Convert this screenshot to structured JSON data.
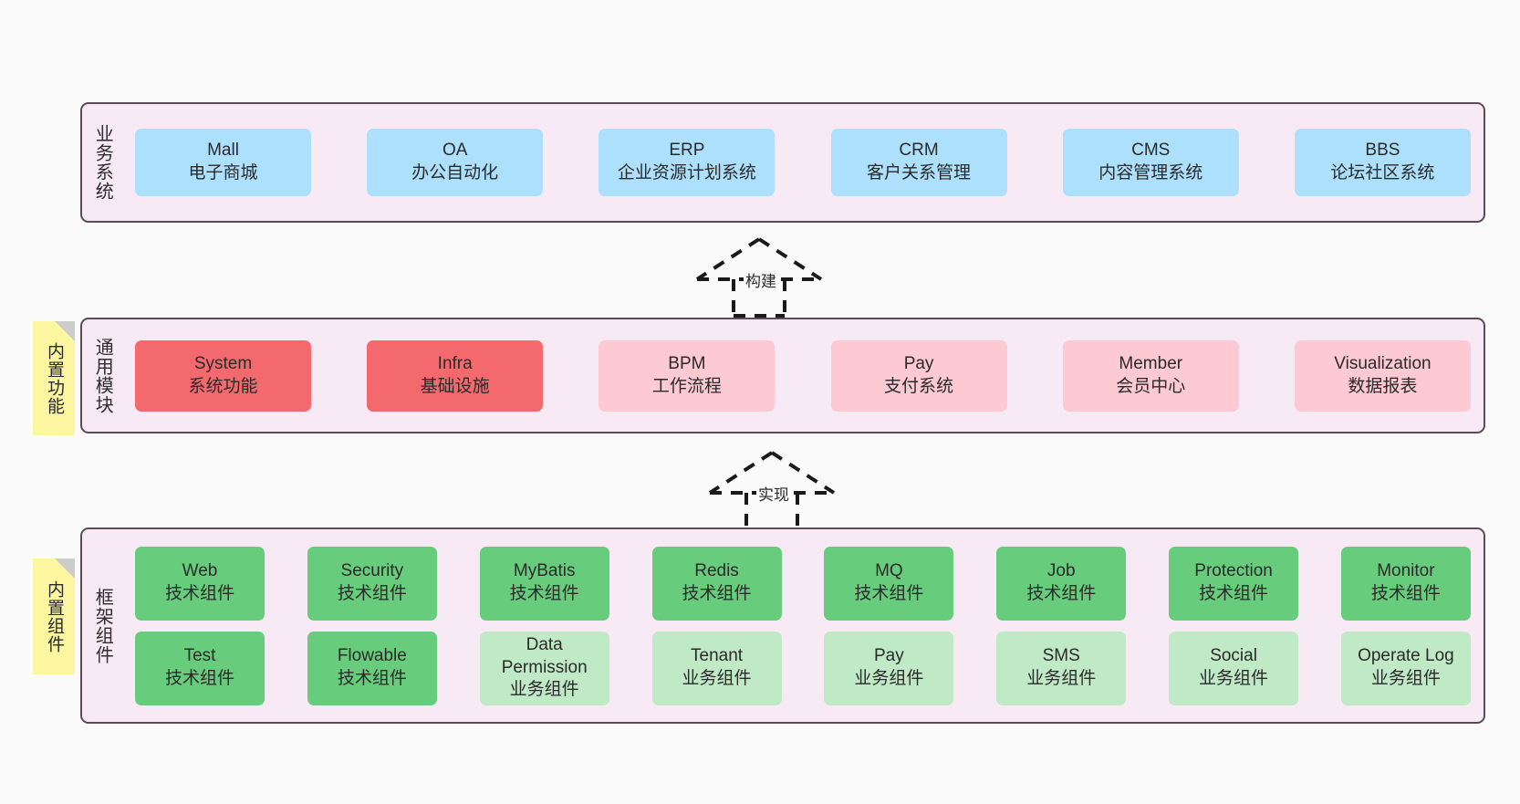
{
  "diagram": {
    "layers": [
      {
        "id": "business",
        "title": "业务系统",
        "rows": [
          {
            "nodes": [
              {
                "en": "Mall",
                "cn": "电子商城",
                "color": "blue"
              },
              {
                "en": "OA",
                "cn": "办公自动化",
                "color": "blue"
              },
              {
                "en": "ERP",
                "cn": "企业资源计划系统",
                "color": "blue"
              },
              {
                "en": "CRM",
                "cn": "客户关系管理",
                "color": "blue"
              },
              {
                "en": "CMS",
                "cn": "内容管理系统",
                "color": "blue"
              },
              {
                "en": "BBS",
                "cn": "论坛社区系统",
                "color": "blue"
              }
            ]
          }
        ]
      },
      {
        "id": "modules",
        "title": "通用模块",
        "sticky": "内置功能",
        "rows": [
          {
            "nodes": [
              {
                "en": "System",
                "cn": "系统功能",
                "color": "red"
              },
              {
                "en": "Infra",
                "cn": "基础设施",
                "color": "red"
              },
              {
                "en": "BPM",
                "cn": "工作流程",
                "color": "pink"
              },
              {
                "en": "Pay",
                "cn": "支付系统",
                "color": "pink"
              },
              {
                "en": "Member",
                "cn": "会员中心",
                "color": "pink"
              },
              {
                "en": "Visualization",
                "cn": "数据报表",
                "color": "pink"
              }
            ]
          }
        ]
      },
      {
        "id": "framework",
        "title": "框架组件",
        "sticky": "内置组件",
        "rows": [
          {
            "nodes": [
              {
                "en": "Web",
                "cn": "技术组件",
                "color": "green"
              },
              {
                "en": "Security",
                "cn": "技术组件",
                "color": "green"
              },
              {
                "en": "MyBatis",
                "cn": "技术组件",
                "color": "green"
              },
              {
                "en": "Redis",
                "cn": "技术组件",
                "color": "green"
              },
              {
                "en": "MQ",
                "cn": "技术组件",
                "color": "green"
              },
              {
                "en": "Job",
                "cn": "技术组件",
                "color": "green"
              },
              {
                "en": "Protection",
                "cn": "技术组件",
                "color": "green"
              },
              {
                "en": "Monitor",
                "cn": "技术组件",
                "color": "green"
              }
            ]
          },
          {
            "nodes": [
              {
                "en": "Test",
                "cn": "技术组件",
                "color": "green"
              },
              {
                "en": "Flowable",
                "cn": "技术组件",
                "color": "green"
              },
              {
                "en": "Data Permission",
                "cn": "业务组件",
                "color": "mint"
              },
              {
                "en": "Tenant",
                "cn": "业务组件",
                "color": "mint"
              },
              {
                "en": "Pay",
                "cn": "业务组件",
                "color": "mint"
              },
              {
                "en": "SMS",
                "cn": "业务组件",
                "color": "mint"
              },
              {
                "en": "Social",
                "cn": "业务组件",
                "color": "mint"
              },
              {
                "en": "Operate Log",
                "cn": "业务组件",
                "color": "mint"
              }
            ]
          }
        ]
      }
    ],
    "connectors": [
      {
        "id": "build",
        "label": "构建"
      },
      {
        "id": "implement",
        "label": "实现"
      }
    ],
    "colors": {
      "panel_background": "#f7eaf4",
      "panel_border": "#5c4a56",
      "blue": "#ade0fd",
      "red": "#f4696e",
      "pink": "#fdc9d2",
      "green": "#68cc7d",
      "mint": "#c0e9c6",
      "sticky_yellow": "#fcf6a0",
      "canvas": "#fafafa"
    }
  }
}
